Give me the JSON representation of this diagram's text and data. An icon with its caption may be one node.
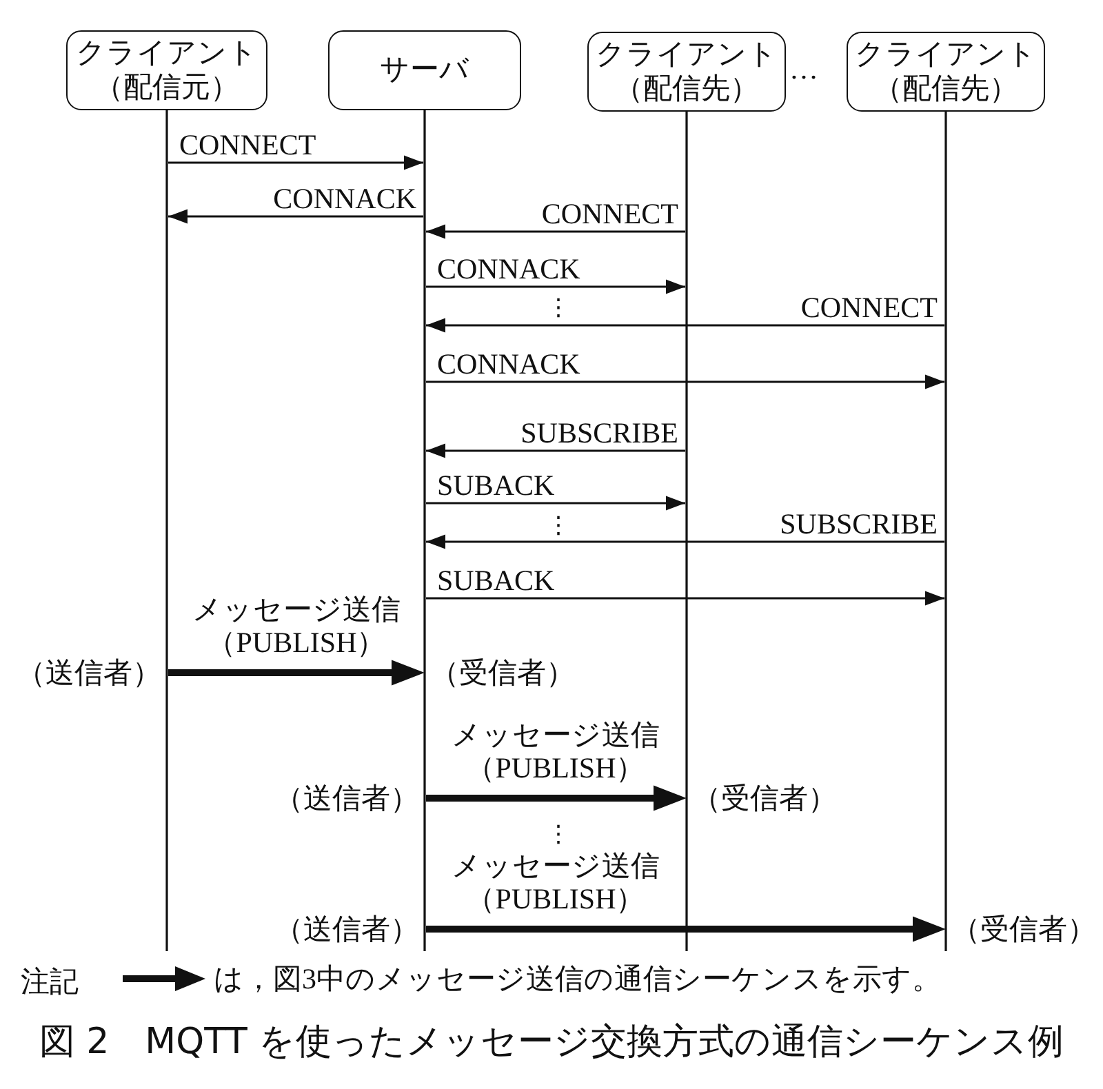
{
  "diagram": {
    "caption": "図 2　MQTT を使ったメッセージ交換方式の通信シーケンス例",
    "nodes": [
      {
        "text": [
          "クライアント（配信元）"
        ]
      },
      {
        "text": [
          "サーバ"
        ]
      },
      {
        "text": [
          "クライアント（配信先）"
        ]
      },
      {
        "text": [
          "クライアント（配信先）"
        ]
      },
      {
        "text": [],
        "shape": "line"
      },
      {
        "text": [],
        "shape": "line"
      },
      {
        "text": [],
        "shape": "line"
      },
      {
        "text": [],
        "shape": "line"
      }
    ],
    "edges": [
      {
        "from": 4,
        "to": 5,
        "arrow": "to",
        "label": "CONNECT"
      },
      {
        "from": 5,
        "to": 4,
        "arrow": "to",
        "label": "CONNACK"
      },
      {
        "from": 6,
        "to": 5,
        "arrow": "to",
        "label": "CONNECT"
      },
      {
        "from": 5,
        "to": 6,
        "arrow": "to",
        "label": "CONNACK"
      },
      {
        "from": 7,
        "to": 5,
        "arrow": "to",
        "label": "CONNECT"
      },
      {
        "from": 5,
        "to": 7,
        "arrow": "to",
        "label": "CONNACK"
      },
      {
        "from": 6,
        "to": 5,
        "arrow": "to",
        "label": "SUBSCRIBE"
      },
      {
        "from": 5,
        "to": 6,
        "arrow": "to",
        "label": "SUBACK"
      },
      {
        "from": 7,
        "to": 5,
        "arrow": "to",
        "label": "SUBSCRIBE"
      },
      {
        "from": 5,
        "to": 7,
        "arrow": "to",
        "label": "SUBACK"
      },
      {
        "from": 4,
        "to": 5,
        "arrow": "to",
        "label": "メッセージ送信（PUBLISH）",
        "style": "thick"
      },
      {
        "from": 5,
        "to": 6,
        "arrow": "to",
        "label": "メッセージ送信（PUBLISH）",
        "style": "thick"
      },
      {
        "from": 5,
        "to": 7,
        "arrow": "to",
        "label": "メッセージ送信（PUBLISH）",
        "style": "thick"
      }
    ],
    "labels": [
      "…",
      "⋮",
      "⋮",
      "（送信者）",
      "（受信者）",
      "（送信者）",
      "（受信者）",
      "⋮",
      "（送信者）",
      "（受信者）",
      "注記"
    ],
    "legend": [
      {
        "text": "は，図3中のメッセージ送信の通信シーケンスを示す。"
      }
    ]
  }
}
